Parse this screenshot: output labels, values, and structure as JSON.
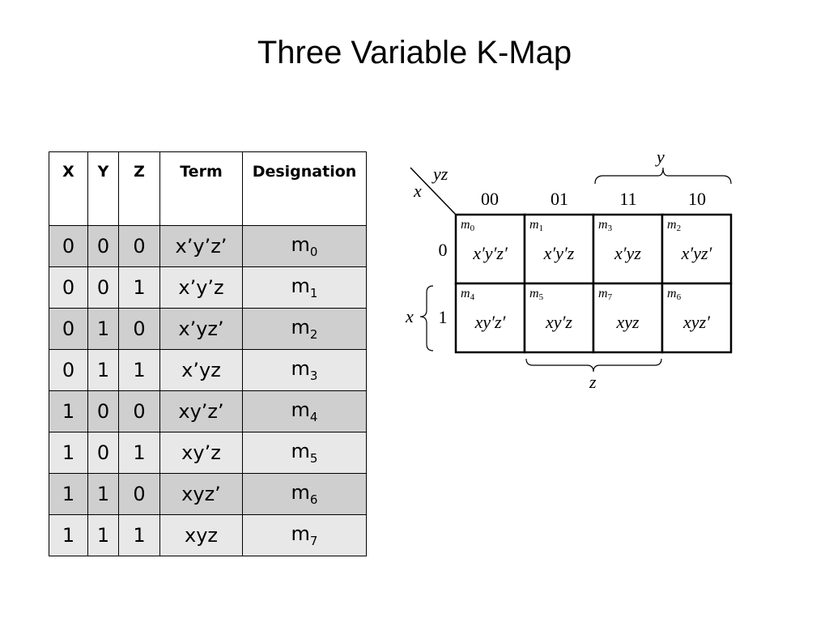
{
  "title": "Three Variable K-Map",
  "truth_table": {
    "headers": [
      "X",
      "Y",
      "Z",
      "Term",
      "Designation"
    ],
    "rows": [
      {
        "x": "0",
        "y": "0",
        "z": "0",
        "term": "x’y’z’",
        "m": "m",
        "sub": "0"
      },
      {
        "x": "0",
        "y": "0",
        "z": "1",
        "term": "x’y’z",
        "m": "m",
        "sub": "1"
      },
      {
        "x": "0",
        "y": "1",
        "z": "0",
        "term": "x’yz’",
        "m": "m",
        "sub": "2"
      },
      {
        "x": "0",
        "y": "1",
        "z": "1",
        "term": "x’yz",
        "m": "m",
        "sub": "3"
      },
      {
        "x": "1",
        "y": "0",
        "z": "0",
        "term": "xy’z’",
        "m": "m",
        "sub": "4"
      },
      {
        "x": "1",
        "y": "0",
        "z": "1",
        "term": "xy’z",
        "m": "m",
        "sub": "5"
      },
      {
        "x": "1",
        "y": "1",
        "z": "0",
        "term": "xyz’",
        "m": "m",
        "sub": "6"
      },
      {
        "x": "1",
        "y": "1",
        "z": "1",
        "term": "xyz",
        "m": "m",
        "sub": "7"
      }
    ]
  },
  "kmap": {
    "corner_row_var": "x",
    "corner_col_vars": "yz",
    "col_labels": [
      "00",
      "01",
      "11",
      "10"
    ],
    "row_labels": [
      "0",
      "1"
    ],
    "brace_top_var": "y",
    "brace_left_var": "x",
    "brace_bottom_var": "z",
    "cells": [
      [
        {
          "m": "m",
          "sub": "0",
          "term": "x′y′z′"
        },
        {
          "m": "m",
          "sub": "1",
          "term": "x′y′z"
        },
        {
          "m": "m",
          "sub": "3",
          "term": "x′yz"
        },
        {
          "m": "m",
          "sub": "2",
          "term": "x′yz′"
        }
      ],
      [
        {
          "m": "m",
          "sub": "4",
          "term": "xy′z′"
        },
        {
          "m": "m",
          "sub": "5",
          "term": "xy′z"
        },
        {
          "m": "m",
          "sub": "7",
          "term": "xyz"
        },
        {
          "m": "m",
          "sub": "6",
          "term": "xyz′"
        }
      ]
    ]
  }
}
